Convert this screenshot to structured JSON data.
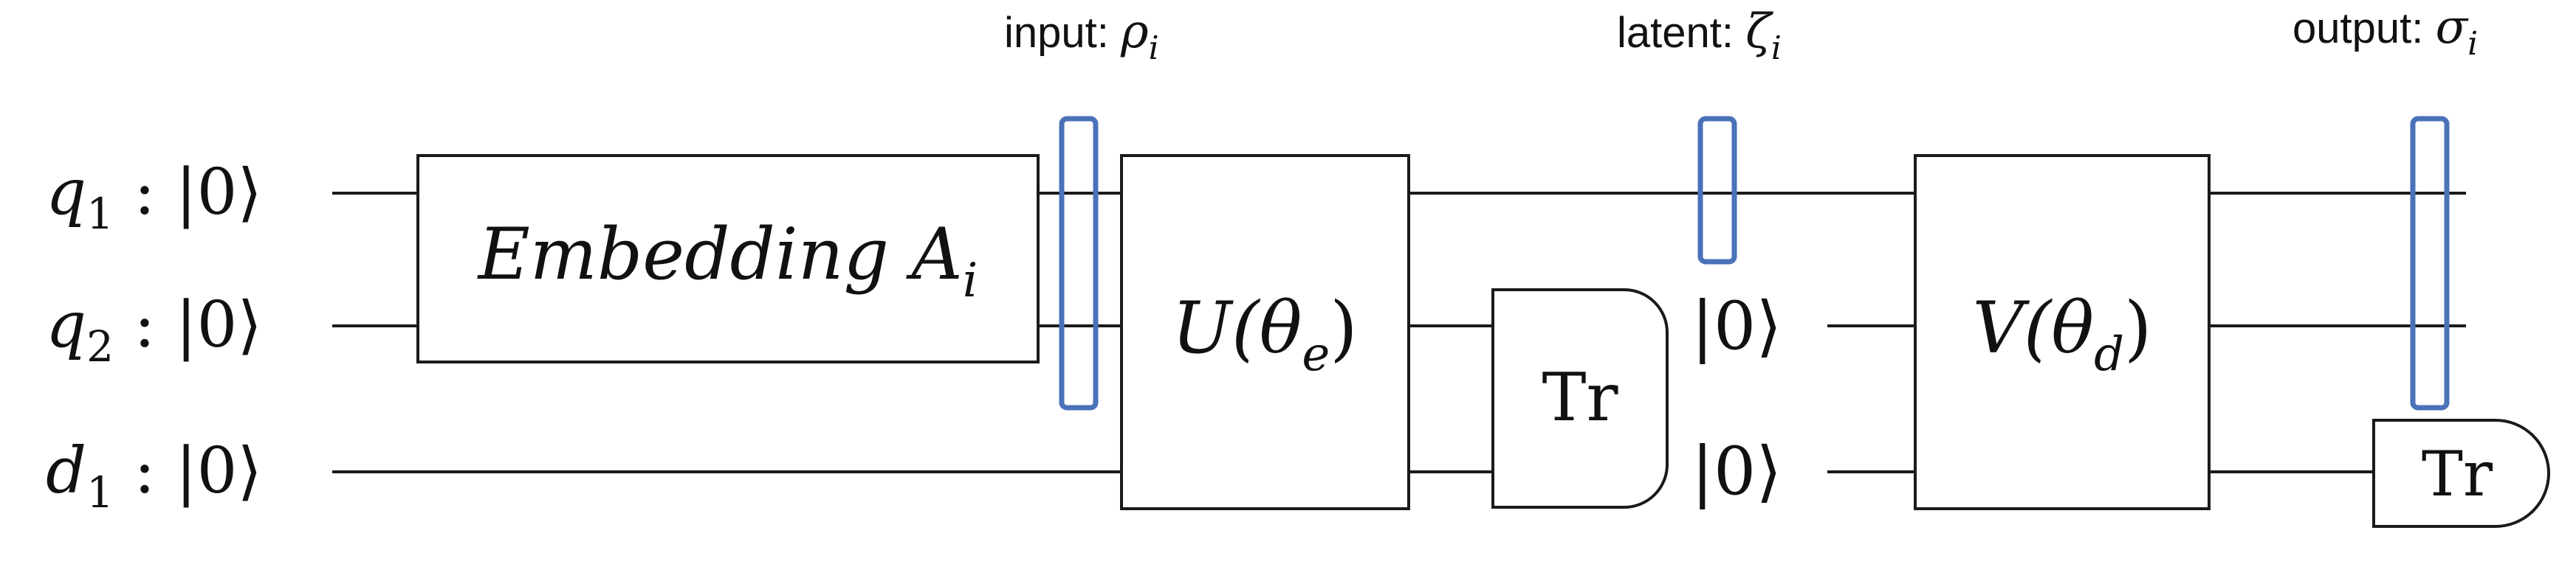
{
  "annotations": {
    "input": {
      "prefix": "input: ",
      "symbol": "ρ",
      "sub": "i"
    },
    "latent": {
      "prefix": "latent: ",
      "symbol": "ζ",
      "sub": "i"
    },
    "output": {
      "prefix": "output: ",
      "symbol": "σ",
      "sub": "i"
    }
  },
  "qubits": [
    {
      "var": "q",
      "sub": "1",
      "sep": ":",
      "ket": "|0⟩"
    },
    {
      "var": "q",
      "sub": "2",
      "sep": ":",
      "ket": "|0⟩"
    },
    {
      "var": "d",
      "sub": "1",
      "sep": ":",
      "ket": "|0⟩"
    }
  ],
  "gates": {
    "embedding": {
      "text": "Embedding A",
      "sub": "i"
    },
    "encoder": {
      "pre": "U(",
      "greek": "θ",
      "sub": "e",
      "post": ")"
    },
    "decoder": {
      "pre": "V(",
      "greek": "θ",
      "sub": "d",
      "post": ")"
    },
    "trace_mid": "Tr",
    "trace_out": "Tr"
  },
  "reset_kets": [
    "|0⟩",
    "|0⟩"
  ],
  "colors": {
    "marker": "#4a72b8",
    "line": "#1a1a1a"
  }
}
